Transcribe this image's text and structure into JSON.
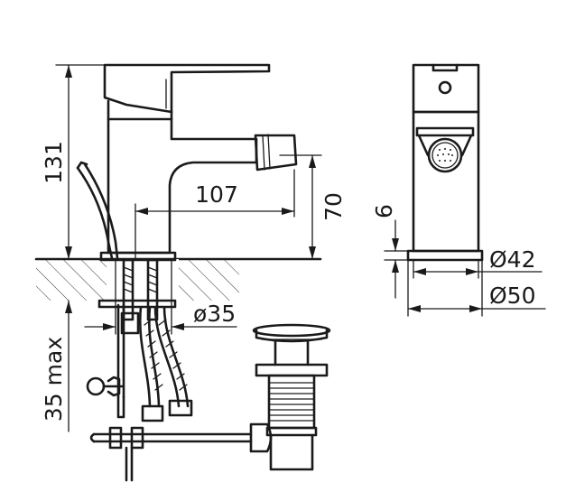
{
  "colors": {
    "ink": "#1a1a1a",
    "background": "#ffffff"
  },
  "dimensions": {
    "height_total": "131",
    "spout_reach": "107",
    "spout_height": "70",
    "pipe_diameter": "ø35",
    "mount_depth": "35 max",
    "base_thickness": "6",
    "base_diameter_small": "Ø42",
    "base_diameter_large": "Ø50"
  }
}
